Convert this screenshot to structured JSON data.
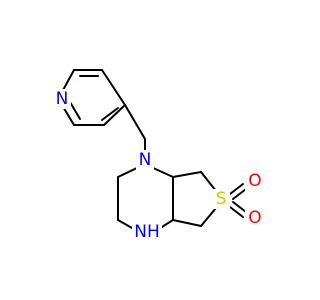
{
  "atoms": {
    "pyridine_n": {
      "text": "N",
      "color": "#0000ff"
    },
    "ring_n_tertiary": {
      "text": "N",
      "color": "#0000ff"
    },
    "ring_nh": {
      "text": "NH",
      "color": "#0000ff"
    },
    "sulfur": {
      "text": "S",
      "color": "#cccc00"
    },
    "oxygen_top": {
      "text": "O",
      "color": "#ff0000"
    },
    "oxygen_bottom": {
      "text": "O",
      "color": "#ff0000"
    }
  },
  "colors": {
    "bond": "#000000",
    "background": "#ffffff"
  }
}
